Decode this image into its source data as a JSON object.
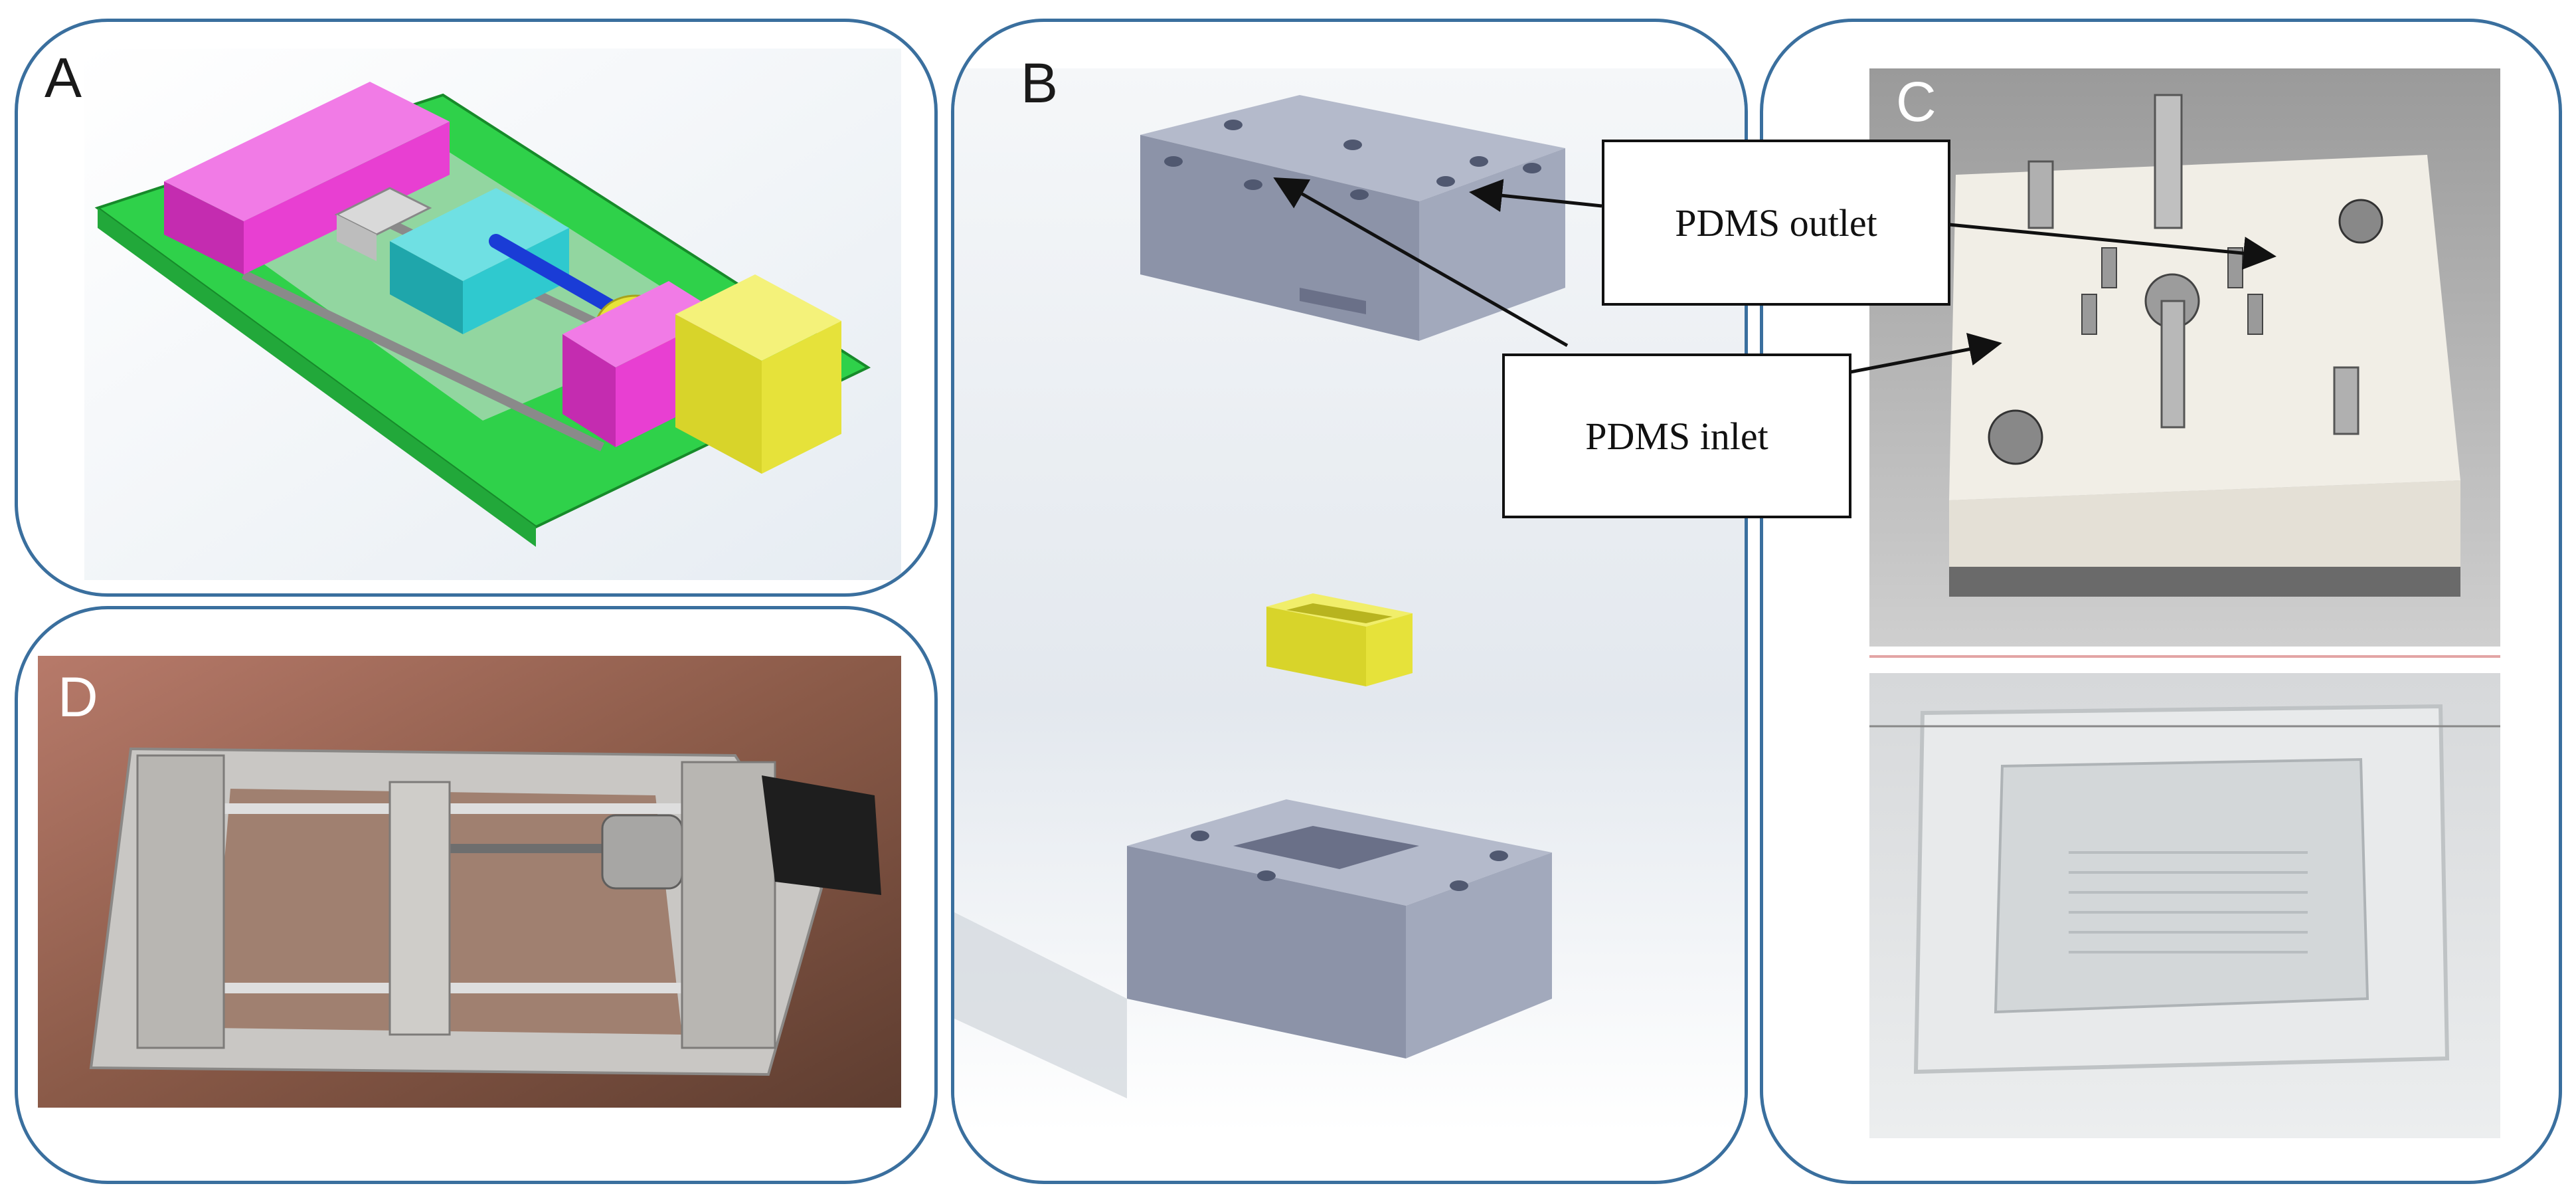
{
  "panels": {
    "a": {
      "letter": "A"
    },
    "b": {
      "letter": "B"
    },
    "c": {
      "letter": "C"
    },
    "d": {
      "letter": "D"
    }
  },
  "callouts": {
    "outlet": "PDMS outlet",
    "inlet": "PDMS inlet"
  },
  "colors": {
    "frame": "#3a6f9e",
    "magenta": "#e83fd2",
    "green": "#2fd14a",
    "cyan": "#2fc9cf",
    "yellow": "#e6e23a",
    "mold_gray": "#8c93a8",
    "white_block": "#f1eee6"
  }
}
